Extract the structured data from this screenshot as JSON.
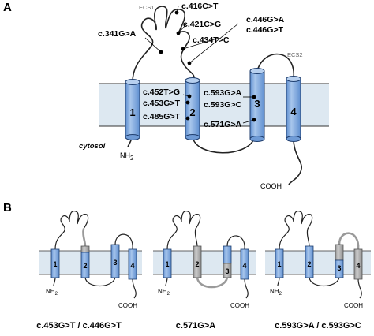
{
  "panel_a": {
    "letter": "A",
    "labels": {
      "ecs1": "ECS1",
      "ecs2": "ECS2",
      "cytosol": "cytosol",
      "nh2": "NH",
      "nh2_sub": "2",
      "cooh": "COOH"
    },
    "helices": [
      "1",
      "2",
      "3",
      "4"
    ],
    "mutations": {
      "m416": "c.416C>T",
      "m341": "c.341G>A",
      "m421": "c.421C>G",
      "m434": "c.434T>C",
      "m446a": "c.446G>A",
      "m446t": "c.446G>T",
      "m452": "c.452T>G",
      "m453": "c.453G>T",
      "m485": "c.485G>T",
      "m593a": "c.593G>A",
      "m593c": "c.593G>C",
      "m571": "c.571G>A"
    },
    "colors": {
      "helix": "#8fb4e3",
      "membrane": "#dde8f1",
      "altered": "#a6a6a6"
    }
  },
  "panel_b": {
    "letter": "B",
    "models": [
      {
        "caption": "c.453G>T / c.446G>T",
        "helices": [
          "1",
          "2",
          "3",
          "4"
        ],
        "nh2": "NH",
        "nh2_sub": "2",
        "cooh": "COOH"
      },
      {
        "caption": "c.571G>A",
        "helices": [
          "1",
          "2",
          "3",
          "4"
        ],
        "nh2": "NH",
        "nh2_sub": "2",
        "cooh": "COOH"
      },
      {
        "caption": "c.593G>A / c.593G>C",
        "helices": [
          "1",
          "2",
          "3",
          "4"
        ],
        "nh2": "NH",
        "nh2_sub": "2",
        "cooh": "COOH"
      }
    ]
  }
}
